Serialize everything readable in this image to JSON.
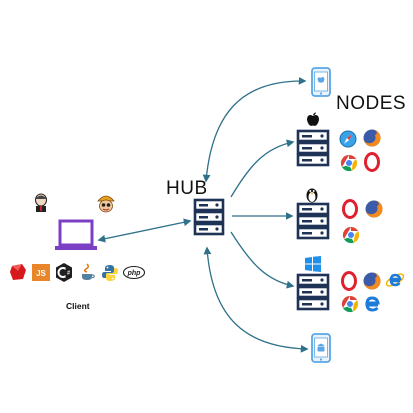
{
  "labels": {
    "hub": "HUB",
    "nodes": "NODES",
    "client": "Client"
  },
  "client": {
    "icon": "laptop-icon",
    "avatars": [
      "jenkins-icon",
      "selenium-bot-icon"
    ],
    "languages": [
      {
        "icon": "ruby-icon",
        "text": ""
      },
      {
        "icon": "javascript-icon",
        "text": "JS"
      },
      {
        "icon": "csharp-icon",
        "text": "C#"
      },
      {
        "icon": "java-icon",
        "text": ""
      },
      {
        "icon": "python-icon",
        "text": ""
      },
      {
        "icon": "php-icon",
        "text": "php"
      }
    ]
  },
  "hub": {
    "icon": "server-icon"
  },
  "nodes": [
    {
      "icon": "ios-phone-icon",
      "type": "device"
    },
    {
      "icon": "apple-server-icon",
      "os": "apple-icon",
      "browsers": [
        "safari-icon",
        "firefox-icon",
        "chrome-icon",
        "opera-icon"
      ]
    },
    {
      "icon": "linux-server-icon",
      "os": "linux-icon",
      "browsers": [
        "opera-icon",
        "firefox-icon",
        "chrome-icon"
      ]
    },
    {
      "icon": "windows-server-icon",
      "os": "windows-icon",
      "browsers": [
        "opera-icon",
        "firefox-icon",
        "ie-icon",
        "chrome-icon",
        "edge-icon"
      ]
    },
    {
      "icon": "android-phone-icon",
      "type": "device"
    }
  ],
  "colors": {
    "arrow": "#2e7189",
    "server": "#1f3356",
    "laptop": "#7b3fc4",
    "phone": "#5aa6e6",
    "opera": "#e0202f",
    "firefox": "#f28a1e",
    "chrome_red": "#db4437",
    "chrome_yellow": "#f4b400",
    "chrome_green": "#0f9d58",
    "chrome_blue": "#4285f4",
    "ruby": "#d7191c",
    "js": "#e9862a",
    "python_blue": "#3572a5",
    "python_yellow": "#ffd43b",
    "windows": "#1e90e8"
  }
}
